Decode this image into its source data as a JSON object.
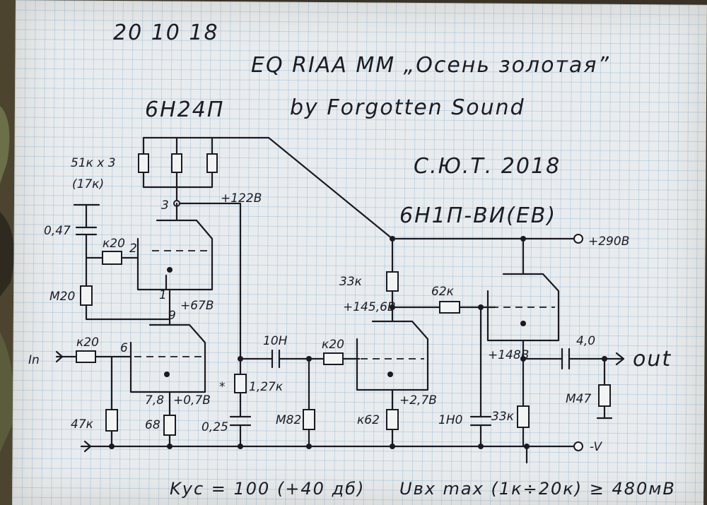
{
  "header": {
    "date": "20 10 18",
    "title": "EQ RIAA MM „Осень золотая”",
    "byline": "by Forgotten Sound",
    "org": "С.Ю.Т. 2018"
  },
  "tubes": {
    "input": "6H24П",
    "output": "6H1П-ВИ(ЕВ)"
  },
  "labels": {
    "r_parallel": "51к x 3",
    "r_parallel_eq": "(17к)",
    "c_coupling": "0,47",
    "r_grid2": "к20",
    "pin2": "2",
    "pin3": "3",
    "pin1": "1",
    "pin9": "9",
    "pin6": "6",
    "r_m20": "M20",
    "v_122": "+122В",
    "v_67": "+67В",
    "in_label": "In",
    "r_in": "к20",
    "r_47k": "47к",
    "cathode_cap": "7,8",
    "v_07": "+0,7В",
    "r_68": "68",
    "r_star": "1,27к",
    "star": "*",
    "c_025": "0,25",
    "c_10n": "10Н",
    "r_m82": "M82",
    "r_k20b": "к20",
    "r_33k_a": "33к",
    "v_1456": "+145,6В",
    "r_62k": "62к",
    "v_27": "+2,7В",
    "r_k62": "к62",
    "c_1n": "1Н0",
    "r_33k_b": "33к",
    "v_148": "+148В",
    "c_out": "4,0",
    "out_label": "out",
    "r_m47": "M47",
    "v_supply": "+290В",
    "gnd": "-V"
  },
  "footer": {
    "gain": "Kус = 100 (+40 дб)",
    "input_max": "Uвх max (1к÷20к) ≥ 480мВ"
  },
  "colors": {
    "ink": "#1a1a22",
    "paper": "#e9ecee",
    "grid": "#6096be",
    "background": "#3a3226"
  }
}
